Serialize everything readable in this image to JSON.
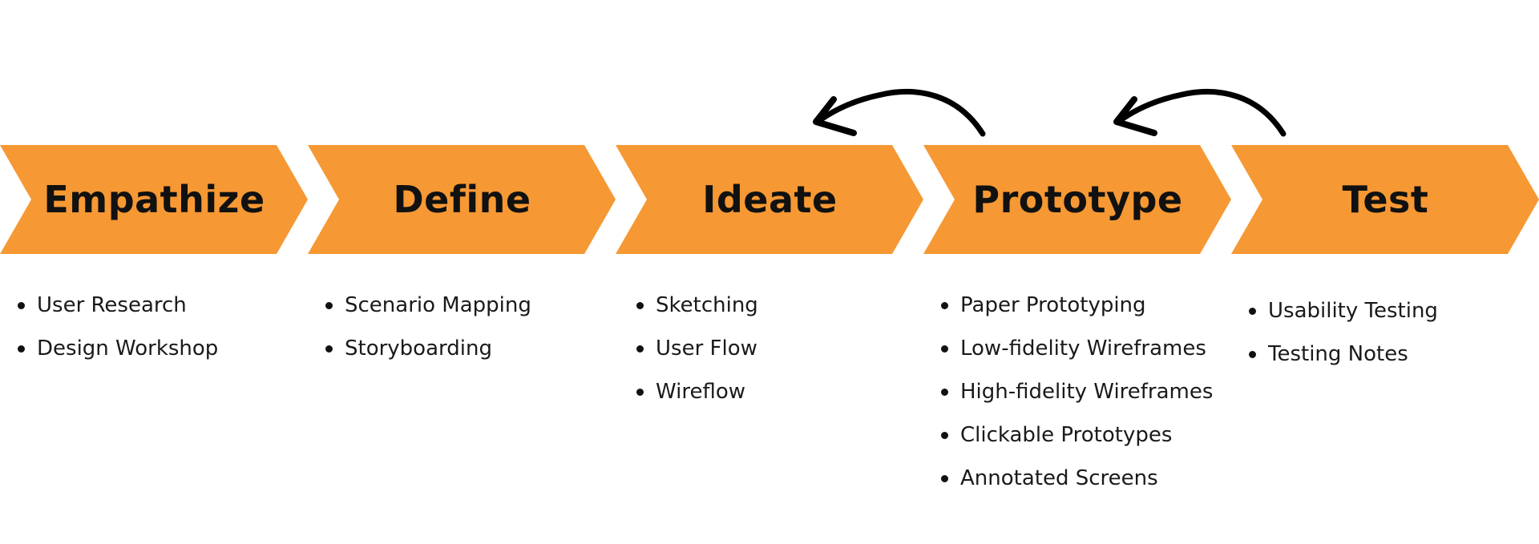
{
  "colors": {
    "stage_fill": "#F69833",
    "arrow": "#000000",
    "text": "#111111"
  },
  "stages": [
    {
      "label": "Empathize",
      "items": [
        "User Research",
        "Design Workshop"
      ]
    },
    {
      "label": "Define",
      "items": [
        "Scenario Mapping",
        "Storyboarding"
      ]
    },
    {
      "label": "Ideate",
      "items": [
        "Sketching",
        "User Flow",
        "Wireflow"
      ]
    },
    {
      "label": "Prototype",
      "items": [
        "Paper Prototyping",
        "Low-fidelity Wireframes",
        "High-fidelity Wireframes",
        "Clickable Prototypes",
        "Annotated Screens"
      ]
    },
    {
      "label": "Test",
      "items": [
        "Usability Testing",
        "Testing Notes"
      ]
    }
  ],
  "feedback_arrows": [
    {
      "from_stage": "Prototype",
      "to_stage": "Ideate"
    },
    {
      "from_stage": "Test",
      "to_stage": "Prototype"
    }
  ]
}
